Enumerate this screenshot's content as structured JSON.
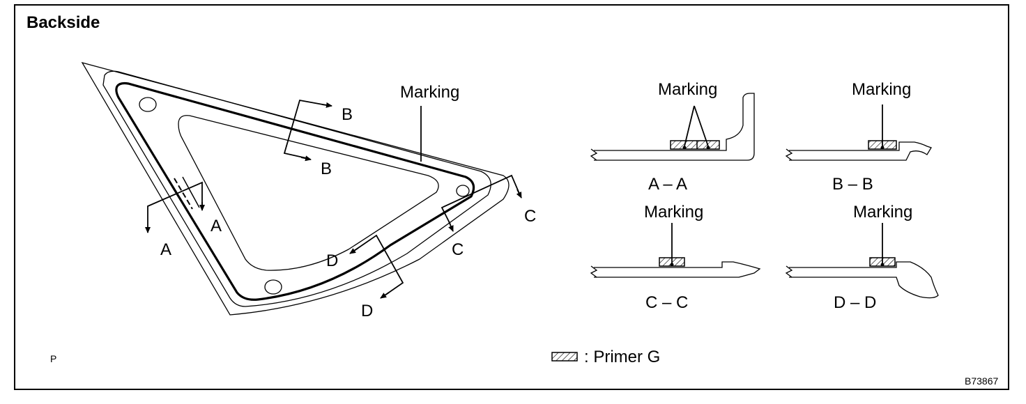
{
  "title": "Backside",
  "main_view": {
    "marking_label": "Marking",
    "section_labels": {
      "a": "A",
      "b": "B",
      "c": "C",
      "d": "D"
    },
    "corner_mark": "P"
  },
  "sections": [
    {
      "id": "a",
      "caption": "A – A",
      "marking_label": "Marking"
    },
    {
      "id": "b",
      "caption": "B – B",
      "marking_label": "Marking"
    },
    {
      "id": "c",
      "caption": "C – C",
      "marking_label": "Marking"
    },
    {
      "id": "d",
      "caption": "D – D",
      "marking_label": "Marking"
    }
  ],
  "legend": {
    "text": ": Primer G"
  },
  "figure_id": "B73867"
}
